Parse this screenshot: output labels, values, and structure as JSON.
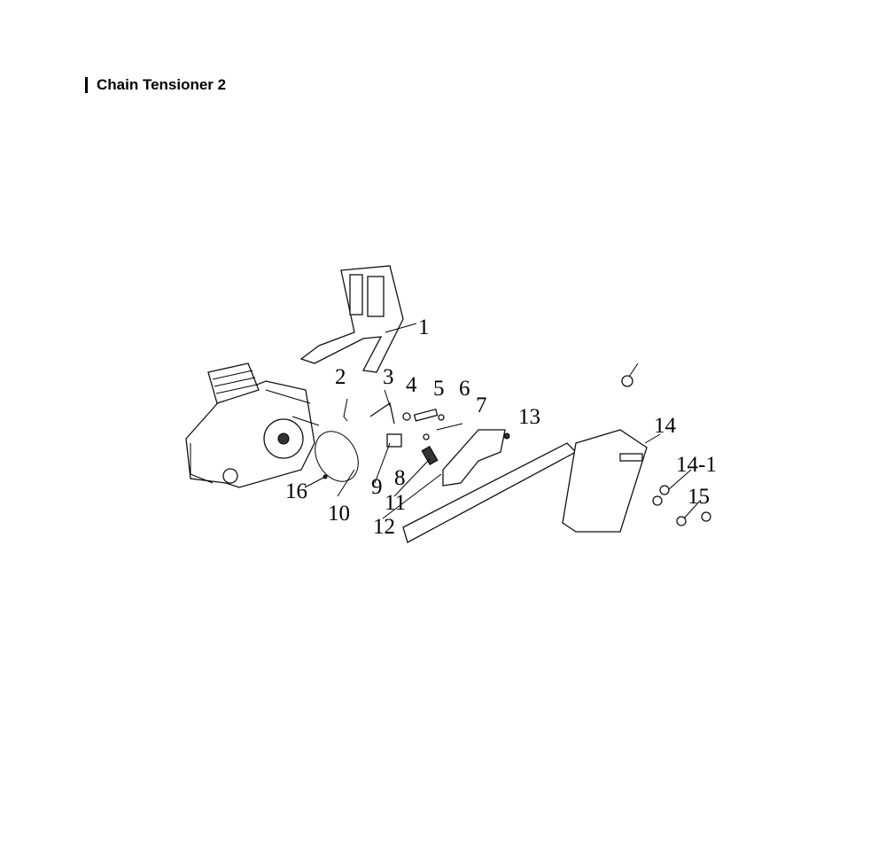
{
  "title": "Chain Tensioner 2",
  "callouts": [
    "1",
    "2",
    "3",
    "4",
    "5",
    "6",
    "7",
    "8",
    "9",
    "10",
    "11",
    "12",
    "13",
    "14",
    "14-1",
    "15",
    "16"
  ]
}
